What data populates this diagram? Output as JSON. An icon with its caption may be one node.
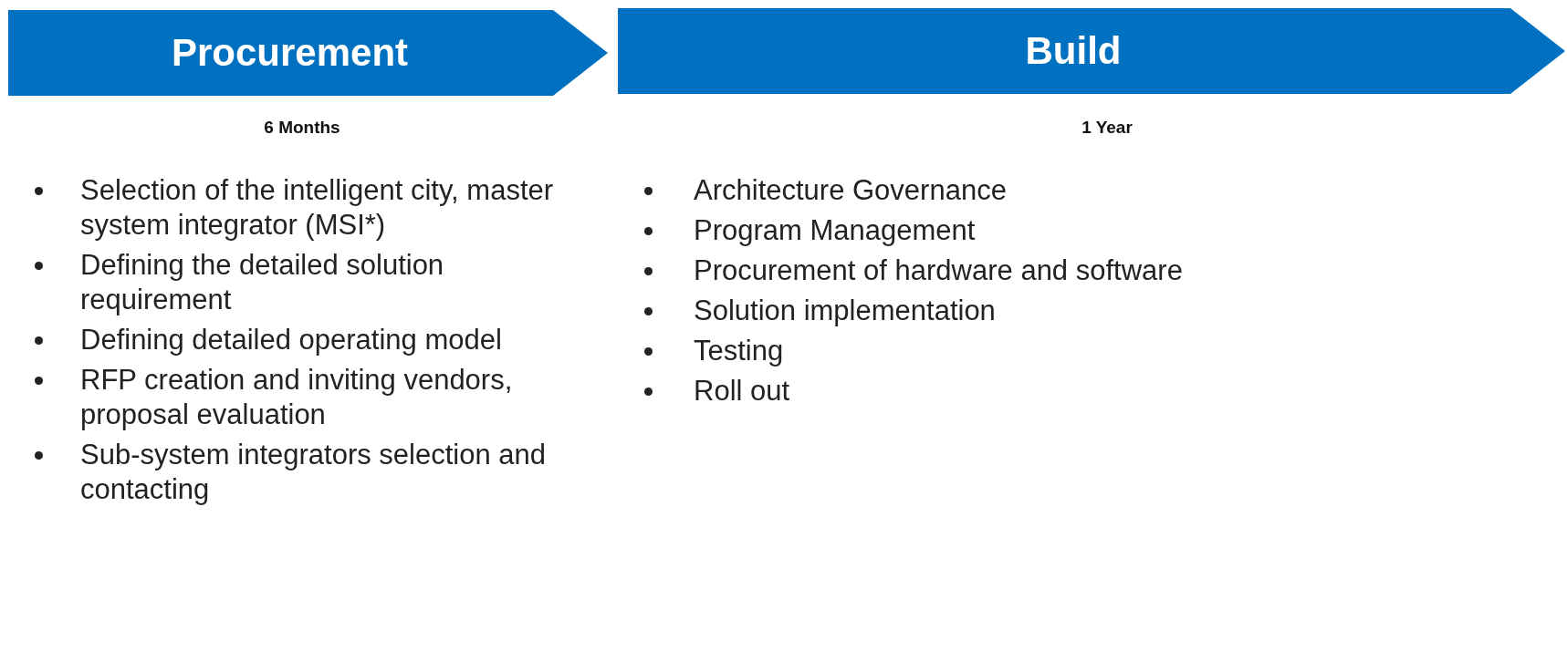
{
  "diagram": {
    "nodes": [
      {
        "text": [
          "Procurement"
        ],
        "beside": [
          "6 Months",
          "Selection of the intelligent city, master system integrator (MSI*)",
          "Defining the detailed solution requirement",
          "Defining detailed operating model",
          "RFP creation and inviting vendors, proposal evaluation",
          "Sub-system integrators selection and contacting"
        ]
      },
      {
        "text": [
          "Build"
        ],
        "beside": [
          "1 Year",
          "Architecture Governance",
          "Program Management",
          "Procurement of hardware and software",
          "Solution implementation",
          "Testing",
          "Roll out"
        ]
      }
    ]
  }
}
